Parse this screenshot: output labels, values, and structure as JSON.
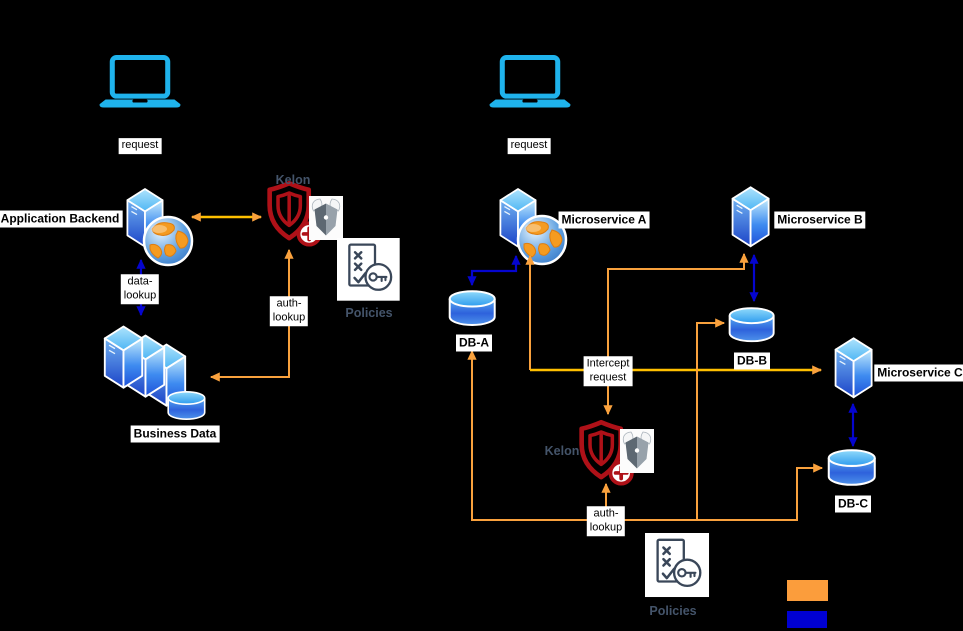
{
  "colors": {
    "background": "#000000",
    "orange_arrow": "#F9A13D",
    "yellow_line": "#FFC000",
    "blue_arrow": "#0505CF",
    "laptop_cyan": "#1FB3EC",
    "kelon_red": "#AF1118",
    "label_slate": "#44546A",
    "icon_slate": "#3A4759",
    "legend_orange": "#FB9D3C",
    "legend_blue": "#0000D2"
  },
  "left_scenario": {
    "request_label": "request",
    "backend_label": "Application Backend",
    "kelon_label": "Kelon",
    "policies_label": "Policies",
    "business_data_label": "Business Data",
    "data_lookup_label": [
      "data-",
      "lookup"
    ],
    "auth_lookup_label": [
      "auth-",
      "lookup"
    ]
  },
  "right_scenario": {
    "request_label": "request",
    "microservice_a_label": "Microservice A",
    "microservice_b_label": "Microservice B",
    "microservice_c_label": "Microservice C",
    "db_a_label": "DB-A",
    "db_b_label": "DB-B",
    "db_c_label": "DB-C",
    "kelon_label": "Kelon",
    "policies_label": "Policies",
    "intercept_label": [
      "Intercept",
      "request"
    ],
    "auth_lookup_label": [
      "auth-",
      "lookup"
    ]
  }
}
